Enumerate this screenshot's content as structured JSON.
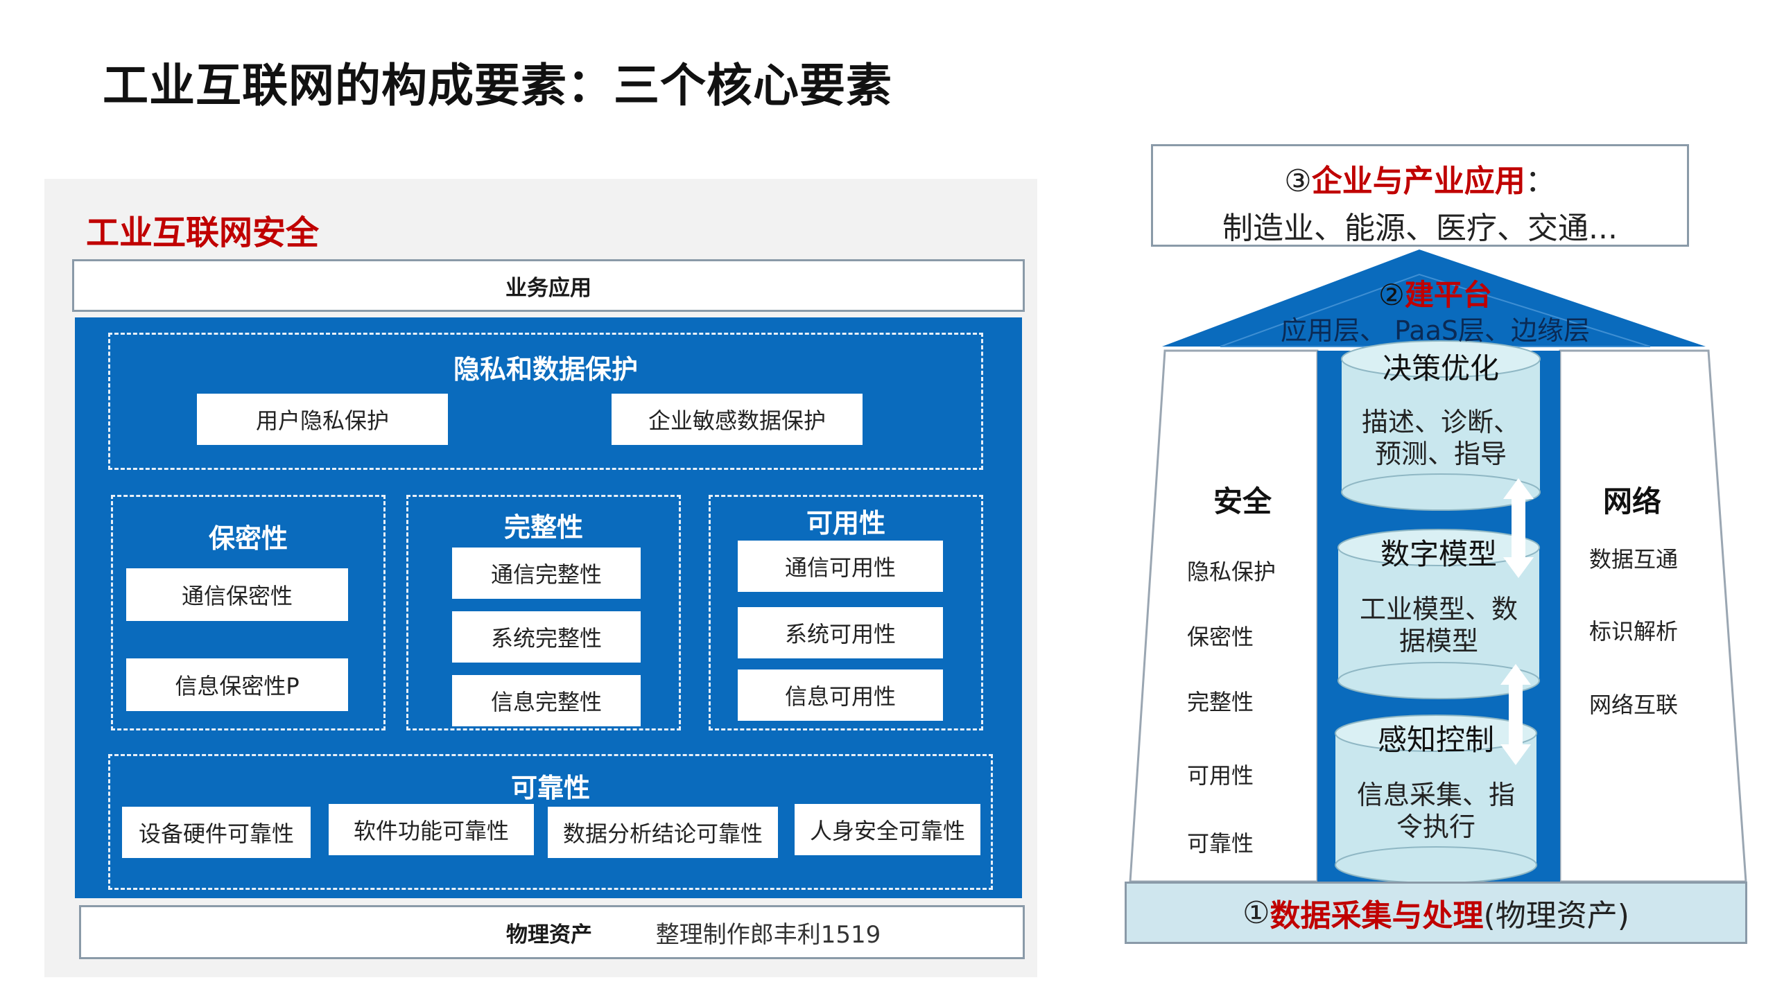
{
  "title": "工业互联网的构成要素：三个核心要素",
  "security": {
    "section_title": "工业互联网安全",
    "business_layer": "业务应用",
    "privacy": {
      "title": "隐私和数据保护",
      "items": [
        "用户隐私保护",
        "企业敏感数据保护"
      ]
    },
    "confidentiality": {
      "title": "保密性",
      "items": [
        "通信保密性",
        "信息保密性P"
      ]
    },
    "integrity": {
      "title": "完整性",
      "items": [
        "通信完整性",
        "系统完整性",
        "信息完整性"
      ]
    },
    "availability": {
      "title": "可用性",
      "items": [
        "通信可用性",
        "系统可用性",
        "信息可用性"
      ]
    },
    "reliability": {
      "title": "可靠性",
      "items": [
        "设备硬件可靠性",
        "软件功能可靠性",
        "数据分析结论可靠性",
        "人身安全可靠性"
      ]
    },
    "physical_layer": "物理资产",
    "watermark": "整理制作郎丰利1519"
  },
  "framework": {
    "application": {
      "number": "③",
      "title": "企业与产业应用",
      "colon": "：",
      "examples": "制造业、能源、医疗、交通..."
    },
    "platform": {
      "number": "②",
      "title": "建平台",
      "layers": "应用层、 PaaS层、边缘层"
    },
    "data": {
      "number": "①",
      "title": "数据采集与处理",
      "suffix": "(物理资产)"
    },
    "security_pillar": {
      "title": "安全",
      "items": [
        "隐私保护",
        "保密性",
        "完整性",
        "可用性",
        "可靠性"
      ]
    },
    "network_pillar": {
      "title": "网络",
      "items": [
        "数据互通",
        "标识解析",
        "网络互联"
      ]
    },
    "cylinders": [
      {
        "title": "决策优化",
        "line1": "描述、诊断、",
        "line2": "预测、指导"
      },
      {
        "title": "数字模型",
        "line1": "工业模型、数",
        "line2": "据模型"
      },
      {
        "title": "感知控制",
        "line1": "信息采集、指",
        "line2": "令执行"
      }
    ],
    "colors": {
      "blue": "#0a6bbd",
      "cylinder": "#c9e7ee",
      "red": "#c00000"
    }
  }
}
